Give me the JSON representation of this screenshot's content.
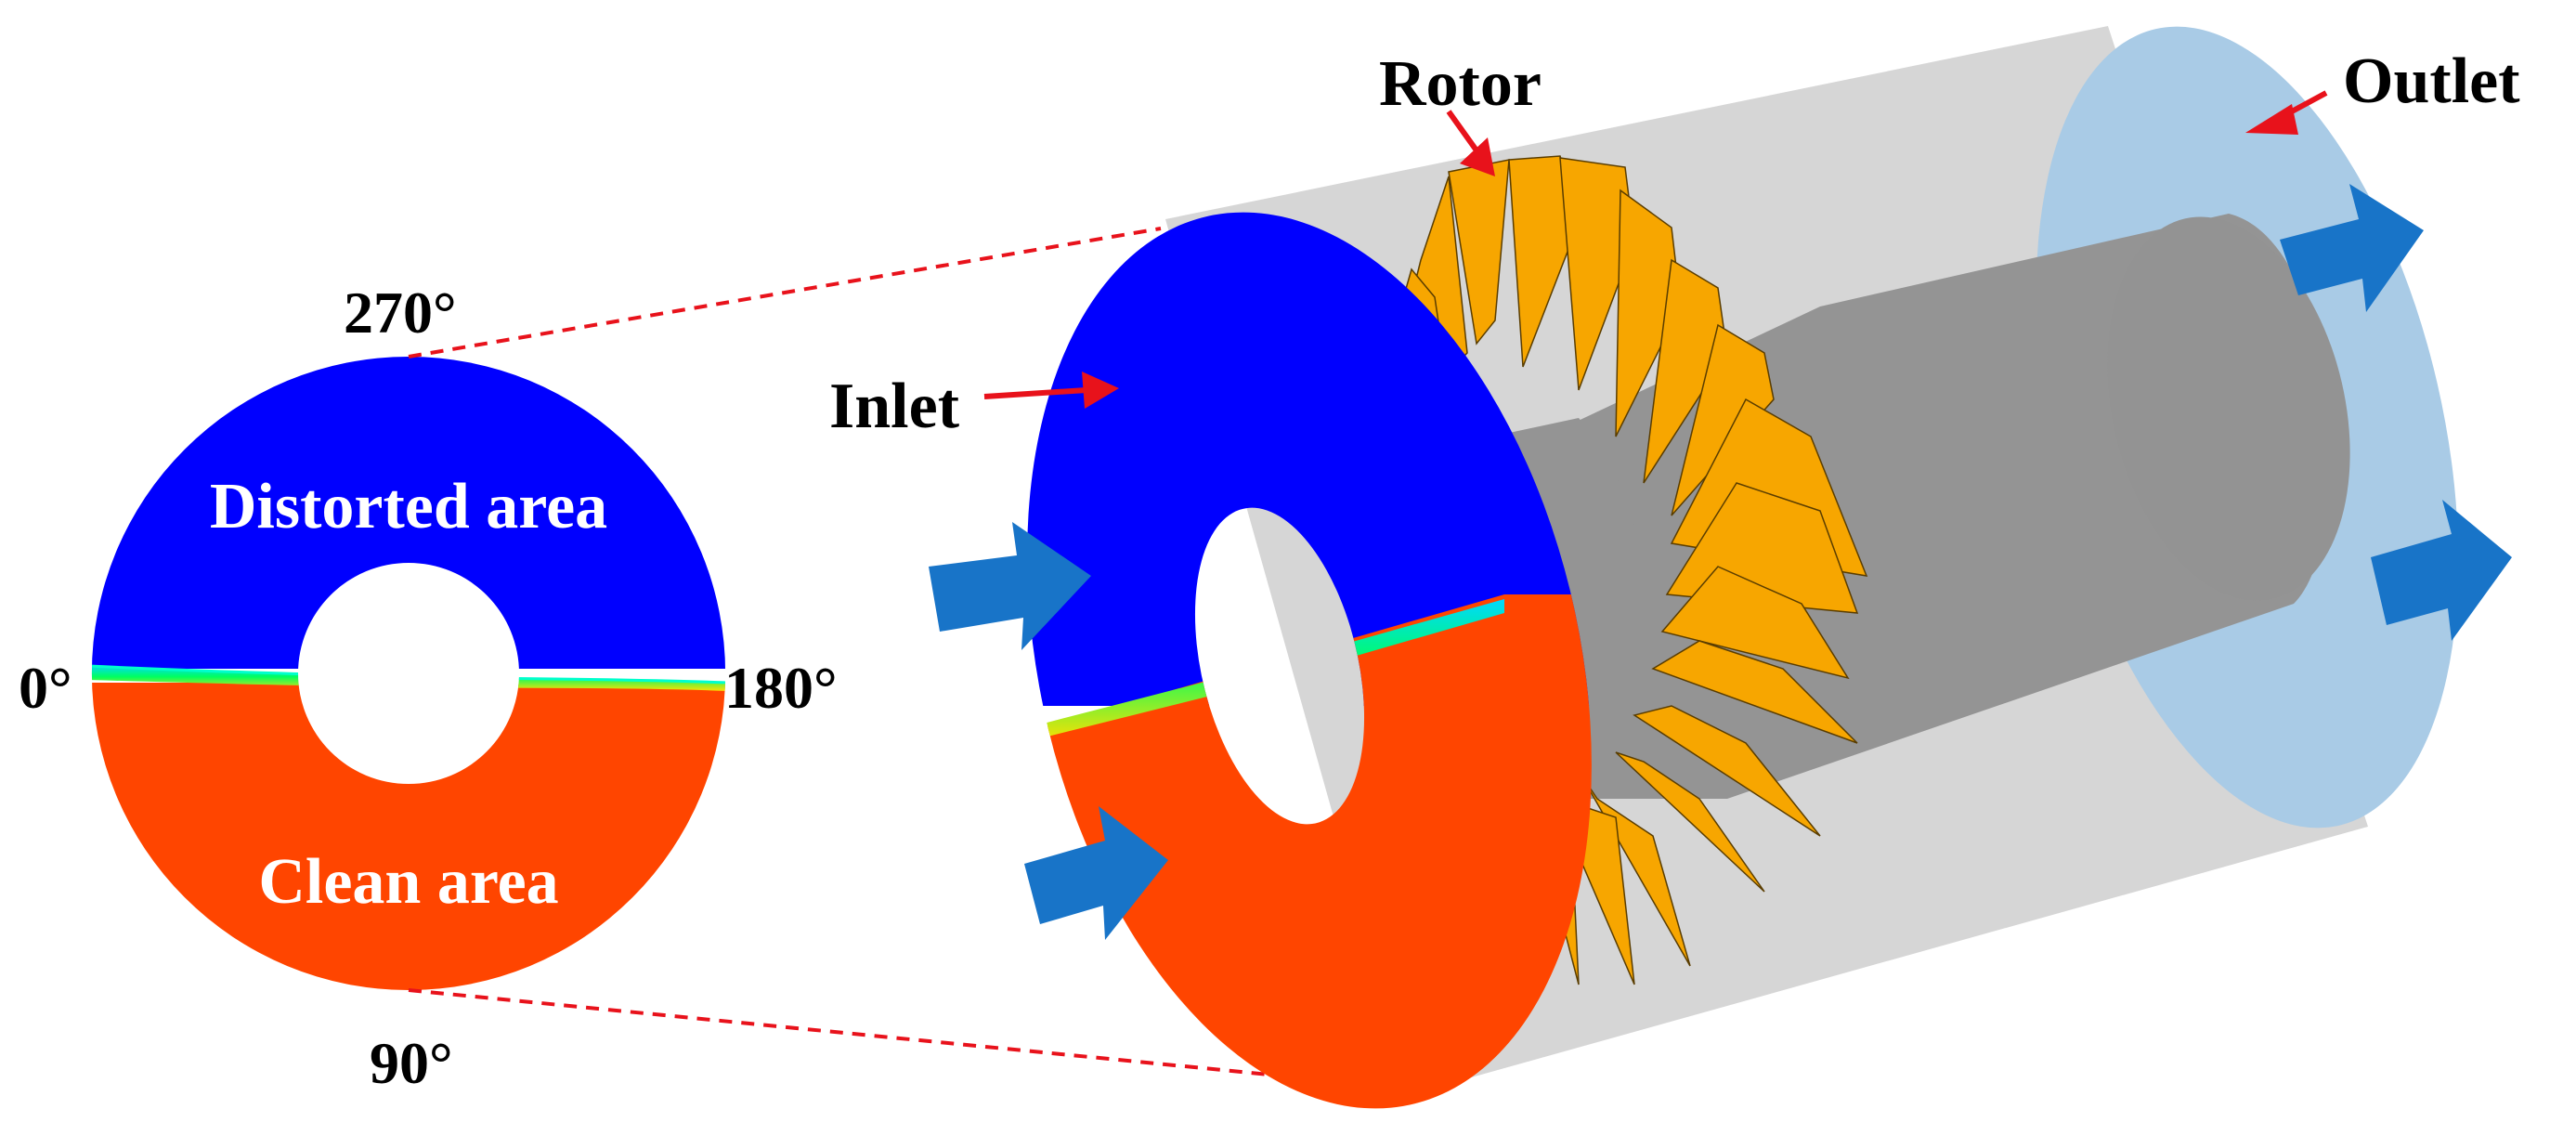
{
  "labels": {
    "rotor": "Rotor",
    "outlet": "Outlet",
    "inlet": "Inlet",
    "distorted": "Distorted area",
    "clean": "Clean area",
    "deg_0": "0°",
    "deg_90": "90°",
    "deg_180": "180°",
    "deg_270": "270°"
  },
  "colors": {
    "distorted": "#0000ff",
    "clean": "#ff4500",
    "rotor_blade": "#f7a600",
    "hub": "#949494",
    "casing": "#d6d6d6",
    "outlet": "#a9cbe6",
    "flow_arrow": "#1874c8",
    "pointer_arrow": "#e8121b"
  }
}
